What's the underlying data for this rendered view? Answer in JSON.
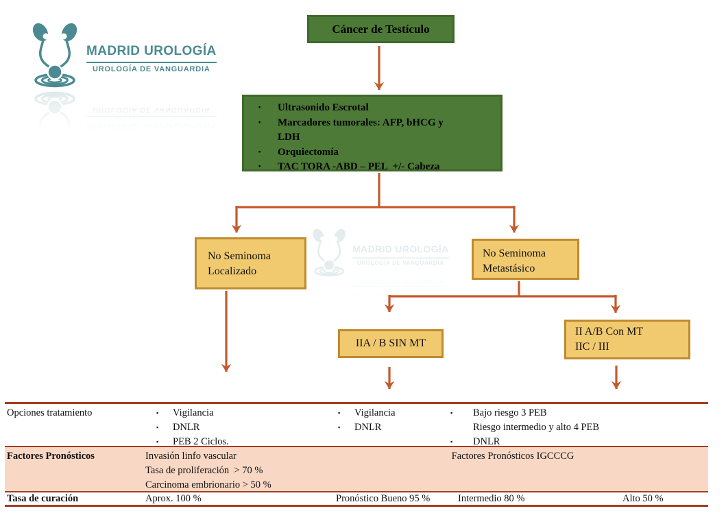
{
  "colors": {
    "green": "#4d7a37",
    "green_border": "#40682c",
    "yellow": "#f1ca70",
    "yellow_border": "#c08a2f",
    "arrow": "#c45a2c",
    "rule": "#a03e22",
    "salmon": "#f8d8c5",
    "teal": "#4b8a92",
    "text": "#111111"
  },
  "glyphs": {
    "bullet": "▪"
  },
  "logo": {
    "title": "MADRID UROLOGÍA",
    "subtitle": "UROLOGÍA DE VANGUARDIA"
  },
  "flow": {
    "title": "Cáncer de Testículo",
    "workup": {
      "lines": [
        {
          "bullet": true,
          "text": "Ultrasonido Escrotal"
        },
        {
          "bullet": true,
          "text": "Marcadores tumorales: AFP, bHCG y"
        },
        {
          "bullet": false,
          "text": "LDH"
        },
        {
          "bullet": true,
          "text": "Orquiectomía"
        },
        {
          "bullet": true,
          "text": "TAC TORA -ABD – PEL  +/- Cabeza"
        }
      ]
    },
    "localizado": {
      "line1": "No Seminoma",
      "line2": "Localizado"
    },
    "metastasico": {
      "line1": "No Seminoma",
      "line2": "Metastásico"
    },
    "sin_mt": {
      "line1": "IIA / B SIN MT"
    },
    "con_mt": {
      "line1": "II A/B Con MT",
      "line2": "IIC / III"
    }
  },
  "table": {
    "treatment": {
      "label": "Opciones tratamiento",
      "col_localizado": [
        {
          "bullet": true,
          "text": "Vigilancia"
        },
        {
          "bullet": true,
          "text": "DNLR"
        },
        {
          "bullet": true,
          "text": "PEB 2 Ciclos."
        }
      ],
      "col_sin_mt": [
        {
          "bullet": true,
          "text": "Vigilancia"
        },
        {
          "bullet": true,
          "text": "DNLR"
        }
      ],
      "col_con_mt": [
        {
          "bullet": true,
          "text": "Bajo riesgo 3 PEB"
        },
        {
          "bullet": false,
          "text": "Riesgo intermedio y alto 4 PEB"
        },
        {
          "bullet": true,
          "text": "DNLR"
        }
      ]
    },
    "prognostic": {
      "label": "Factores Pronósticos",
      "left_lines": [
        "Invasión linfo vascular",
        "Tasa de proliferación  > 70 %",
        "Carcinoma embrionario > 50 %"
      ],
      "right": "Factores Pronósticos IGCCCG"
    },
    "cure": {
      "label": "Tasa de curación",
      "values": [
        "Aprox. 100 %",
        "Pronóstico Bueno 95 %",
        "Intermedio 80 %",
        "Alto 50 %"
      ]
    }
  }
}
